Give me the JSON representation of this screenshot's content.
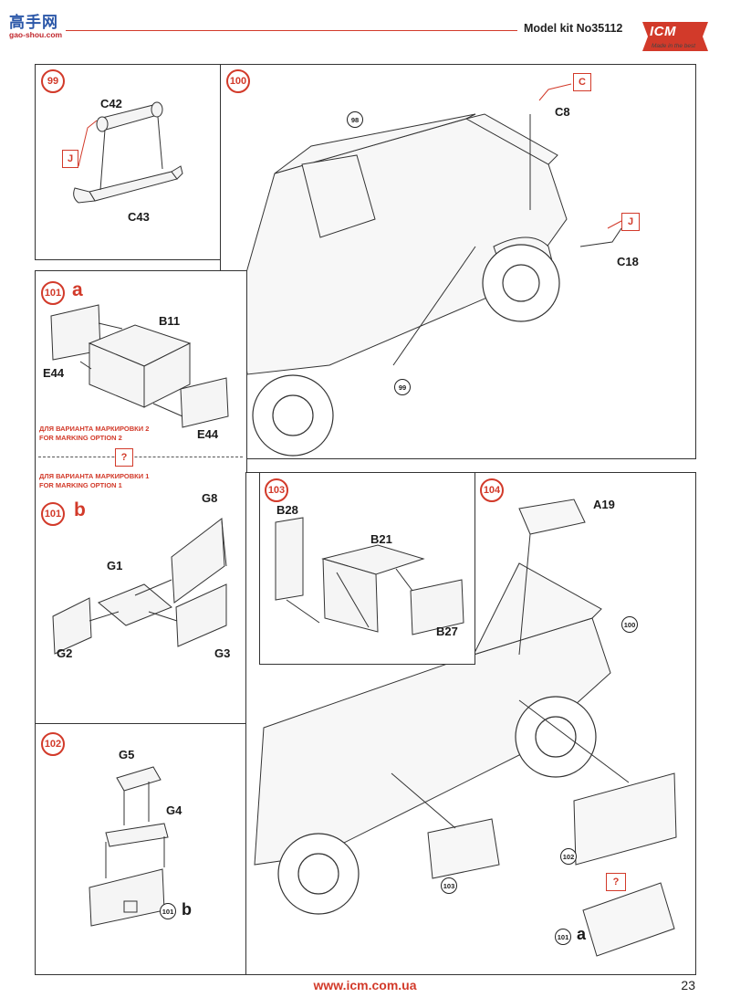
{
  "header": {
    "watermark_title": "高手网",
    "watermark_url": "gao-shou.com",
    "model_kit": "Model kit No35112",
    "logo_text": "ICM",
    "logo_tagline": "Made in the best"
  },
  "steps": {
    "s99": {
      "number": "99",
      "parts": [
        "C42",
        "C43"
      ],
      "marker": "J"
    },
    "s100": {
      "number": "100",
      "ref": "98",
      "parts": [
        "C8",
        "C18"
      ],
      "markers": [
        "C",
        "J"
      ],
      "wheel_ref": "99"
    },
    "s101a": {
      "number": "101",
      "sub": "a",
      "parts": [
        "B11",
        "E44",
        "E44"
      ]
    },
    "marking_note_2": [
      "ДЛЯ ВАРИАНТА МАРКИРОВКИ 2",
      "FOR MARKING OPTION 2"
    ],
    "query_marker": "?",
    "marking_note_1": [
      "ДЛЯ ВАРИАНТА МАРКИРОВКИ 1",
      "FOR MARKING OPTION 1"
    ],
    "s101b": {
      "number": "101",
      "sub": "b",
      "parts": [
        "G8",
        "G1",
        "G2",
        "G3"
      ]
    },
    "s102": {
      "number": "102",
      "parts": [
        "G5",
        "G4"
      ],
      "ref_number": "101",
      "ref_sub": "b"
    },
    "s103": {
      "number": "103",
      "parts": [
        "B28",
        "B21",
        "B27"
      ]
    },
    "s104": {
      "number": "104",
      "parts": [
        "A19"
      ],
      "refs": [
        "100",
        "102",
        "103"
      ],
      "query_marker": "?",
      "ref_number": "101",
      "ref_sub": "a"
    }
  },
  "footer": {
    "url": "www.icm.com.ua",
    "page": "23"
  },
  "colors": {
    "accent_red": "#d23a2a",
    "line": "#333333"
  }
}
